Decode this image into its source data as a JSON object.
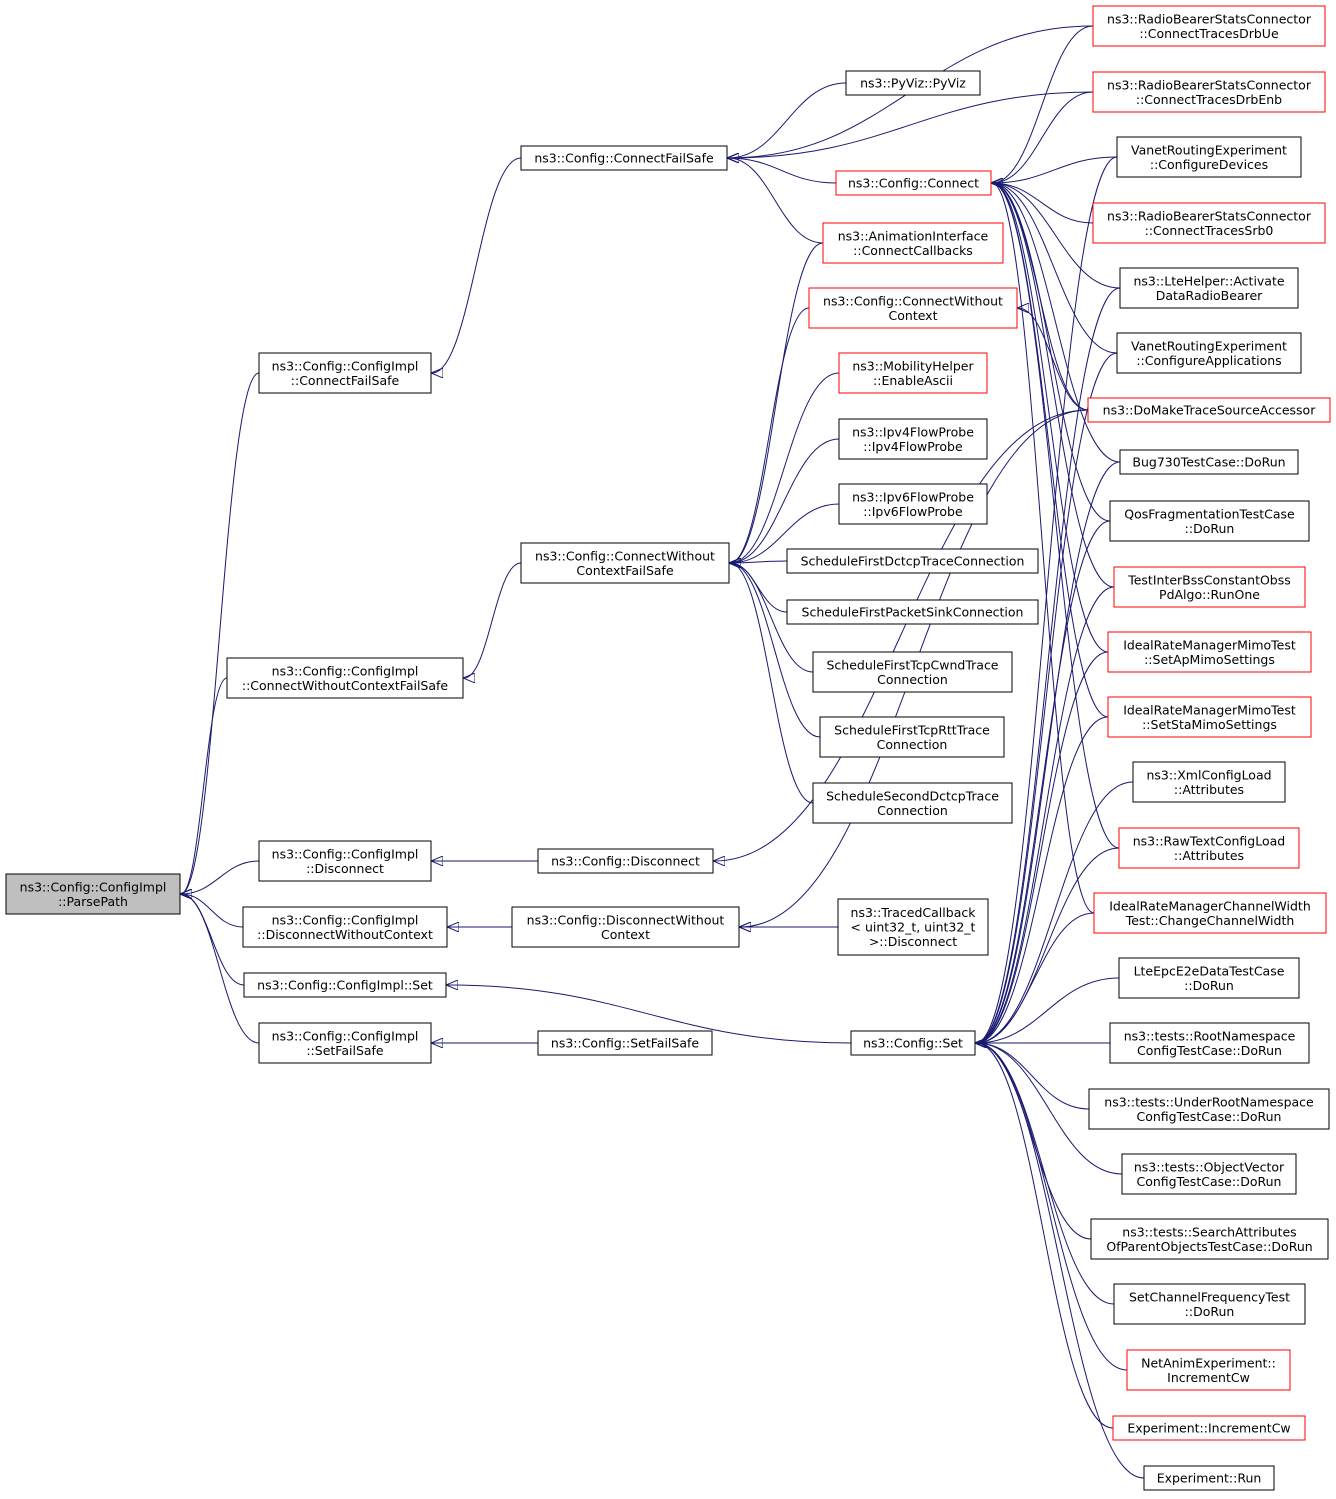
{
  "colors": {
    "edge": "#191970",
    "border_normal": "#000000",
    "border_truncated": "#ff0000",
    "focus_fill": "#bfbfbf",
    "node_fill": "#ffffff"
  },
  "nodes": [
    {
      "id": "parse",
      "lines": [
        "ns3::Config::ConfigImpl",
        "::ParsePath"
      ],
      "style": "focus"
    },
    {
      "id": "ciConnectFailSafe",
      "lines": [
        "ns3::Config::ConfigImpl",
        "::ConnectFailSafe"
      ],
      "style": "normal"
    },
    {
      "id": "ciConnectWOCFS",
      "lines": [
        "ns3::Config::ConfigImpl",
        "::ConnectWithoutContextFailSafe"
      ],
      "style": "normal"
    },
    {
      "id": "ciDisconnect",
      "lines": [
        "ns3::Config::ConfigImpl",
        "::Disconnect"
      ],
      "style": "normal"
    },
    {
      "id": "ciDisconnectWOC",
      "lines": [
        "ns3::Config::ConfigImpl",
        "::DisconnectWithoutContext"
      ],
      "style": "normal"
    },
    {
      "id": "ciSet",
      "lines": [
        "ns3::Config::ConfigImpl::Set"
      ],
      "style": "normal"
    },
    {
      "id": "ciSetFailSafe",
      "lines": [
        "ns3::Config::ConfigImpl",
        "::SetFailSafe"
      ],
      "style": "normal"
    },
    {
      "id": "cConnectFailSafe",
      "lines": [
        "ns3::Config::ConnectFailSafe"
      ],
      "style": "normal"
    },
    {
      "id": "cConnectWOCFS",
      "lines": [
        "ns3::Config::ConnectWithout",
        "ContextFailSafe"
      ],
      "style": "normal"
    },
    {
      "id": "cDisconnect",
      "lines": [
        "ns3::Config::Disconnect"
      ],
      "style": "normal"
    },
    {
      "id": "cDisconnectWOC",
      "lines": [
        "ns3::Config::DisconnectWithout",
        "Context"
      ],
      "style": "normal"
    },
    {
      "id": "cSet",
      "lines": [
        "ns3::Config::Set"
      ],
      "style": "normal"
    },
    {
      "id": "cSetFailSafe",
      "lines": [
        "ns3::Config::SetFailSafe"
      ],
      "style": "normal"
    },
    {
      "id": "pyviz",
      "lines": [
        "ns3::PyViz::PyViz"
      ],
      "style": "normal"
    },
    {
      "id": "cConnect",
      "lines": [
        "ns3::Config::Connect"
      ],
      "style": "truncated"
    },
    {
      "id": "animConnectCallbacks",
      "lines": [
        "ns3::AnimationInterface",
        "::ConnectCallbacks"
      ],
      "style": "truncated"
    },
    {
      "id": "cConnectWOC",
      "lines": [
        "ns3::Config::ConnectWithout",
        "Context"
      ],
      "style": "truncated"
    },
    {
      "id": "mobilityAscii",
      "lines": [
        "ns3::MobilityHelper",
        "::EnableAscii"
      ],
      "style": "truncated"
    },
    {
      "id": "ipv4Probe",
      "lines": [
        "ns3::Ipv4FlowProbe",
        "::Ipv4FlowProbe"
      ],
      "style": "normal"
    },
    {
      "id": "ipv6Probe",
      "lines": [
        "ns3::Ipv6FlowProbe",
        "::Ipv6FlowProbe"
      ],
      "style": "normal"
    },
    {
      "id": "schedDctcp",
      "lines": [
        "ScheduleFirstDctcpTraceConnection"
      ],
      "style": "normal"
    },
    {
      "id": "schedPktSink",
      "lines": [
        "ScheduleFirstPacketSinkConnection"
      ],
      "style": "normal"
    },
    {
      "id": "schedCwnd",
      "lines": [
        "ScheduleFirstTcpCwndTrace",
        "Connection"
      ],
      "style": "normal"
    },
    {
      "id": "schedRtt",
      "lines": [
        "ScheduleFirstTcpRttTrace",
        "Connection"
      ],
      "style": "normal"
    },
    {
      "id": "schedSecDctcp",
      "lines": [
        "ScheduleSecondDctcpTrace",
        "Connection"
      ],
      "style": "normal"
    },
    {
      "id": "tracedDisconnect",
      "lines": [
        "ns3::TracedCallback",
        "< uint32_t, uint32_t",
        ">::Disconnect"
      ],
      "style": "normal"
    },
    {
      "id": "rbDrbUe",
      "lines": [
        "ns3::RadioBearerStatsConnector",
        "::ConnectTracesDrbUe"
      ],
      "style": "truncated"
    },
    {
      "id": "rbDrbEnb",
      "lines": [
        "ns3::RadioBearerStatsConnector",
        "::ConnectTracesDrbEnb"
      ],
      "style": "truncated"
    },
    {
      "id": "vanetDevices",
      "lines": [
        "VanetRoutingExperiment",
        "::ConfigureDevices"
      ],
      "style": "normal"
    },
    {
      "id": "rbSrb0",
      "lines": [
        "ns3::RadioBearerStatsConnector",
        "::ConnectTracesSrb0"
      ],
      "style": "truncated"
    },
    {
      "id": "lteActivate",
      "lines": [
        "ns3::LteHelper::Activate",
        "DataRadioBearer"
      ],
      "style": "normal"
    },
    {
      "id": "vanetApps",
      "lines": [
        "VanetRoutingExperiment",
        "::ConfigureApplications"
      ],
      "style": "normal"
    },
    {
      "id": "doMakeTrace",
      "lines": [
        "ns3::DoMakeTraceSourceAccessor"
      ],
      "style": "truncated"
    },
    {
      "id": "bug730",
      "lines": [
        "Bug730TestCase::DoRun"
      ],
      "style": "normal"
    },
    {
      "id": "qosFrag",
      "lines": [
        "QosFragmentationTestCase",
        "::DoRun"
      ],
      "style": "normal"
    },
    {
      "id": "interBss",
      "lines": [
        "TestInterBssConstantObss",
        "PdAlgo::RunOne"
      ],
      "style": "truncated"
    },
    {
      "id": "idealAp",
      "lines": [
        "IdealRateManagerMimoTest",
        "::SetApMimoSettings"
      ],
      "style": "truncated"
    },
    {
      "id": "idealSta",
      "lines": [
        "IdealRateManagerMimoTest",
        "::SetStaMimoSettings"
      ],
      "style": "truncated"
    },
    {
      "id": "xmlAttr",
      "lines": [
        "ns3::XmlConfigLoad",
        "::Attributes"
      ],
      "style": "normal"
    },
    {
      "id": "rawAttr",
      "lines": [
        "ns3::RawTextConfigLoad",
        "::Attributes"
      ],
      "style": "truncated"
    },
    {
      "id": "idealChannel",
      "lines": [
        "IdealRateManagerChannelWidth",
        "Test::ChangeChannelWidth"
      ],
      "style": "truncated"
    },
    {
      "id": "lteEpc",
      "lines": [
        "LteEpcE2eDataTestCase",
        "::DoRun"
      ],
      "style": "normal"
    },
    {
      "id": "rootNs",
      "lines": [
        "ns3::tests::RootNamespace",
        "ConfigTestCase::DoRun"
      ],
      "style": "normal"
    },
    {
      "id": "underRootNs",
      "lines": [
        "ns3::tests::UnderRootNamespace",
        "ConfigTestCase::DoRun"
      ],
      "style": "normal"
    },
    {
      "id": "objVector",
      "lines": [
        "ns3::tests::ObjectVector",
        "ConfigTestCase::DoRun"
      ],
      "style": "normal"
    },
    {
      "id": "searchAttr",
      "lines": [
        "ns3::tests::SearchAttributes",
        "OfParentObjectsTestCase::DoRun"
      ],
      "style": "normal"
    },
    {
      "id": "setChanFreq",
      "lines": [
        "SetChannelFrequencyTest",
        "::DoRun"
      ],
      "style": "normal"
    },
    {
      "id": "netAnimCw",
      "lines": [
        "NetAnimExperiment::",
        "IncrementCw"
      ],
      "style": "truncated"
    },
    {
      "id": "expCw",
      "lines": [
        "Experiment::IncrementCw"
      ],
      "style": "truncated"
    },
    {
      "id": "expRun",
      "lines": [
        "Experiment::Run"
      ],
      "style": "normal"
    }
  ],
  "edges": [
    {
      "from": "ciConnectFailSafe",
      "to": "parse"
    },
    {
      "from": "ciConnectWOCFS",
      "to": "parse"
    },
    {
      "from": "ciDisconnect",
      "to": "parse"
    },
    {
      "from": "ciDisconnectWOC",
      "to": "parse"
    },
    {
      "from": "ciSet",
      "to": "parse"
    },
    {
      "from": "ciSetFailSafe",
      "to": "parse"
    },
    {
      "from": "cConnectFailSafe",
      "to": "ciConnectFailSafe"
    },
    {
      "from": "cConnectWOCFS",
      "to": "ciConnectWOCFS"
    },
    {
      "from": "cDisconnect",
      "to": "ciDisconnect"
    },
    {
      "from": "cDisconnectWOC",
      "to": "ciDisconnectWOC"
    },
    {
      "from": "cSet",
      "to": "ciSet"
    },
    {
      "from": "cSetFailSafe",
      "to": "ciSetFailSafe"
    },
    {
      "from": "rbDrbUe",
      "to": "cConnectFailSafe"
    },
    {
      "from": "pyviz",
      "to": "cConnectFailSafe"
    },
    {
      "from": "rbDrbEnb",
      "to": "cConnectFailSafe"
    },
    {
      "from": "cConnect",
      "to": "cConnectFailSafe"
    },
    {
      "from": "animConnectCallbacks",
      "to": "cConnectFailSafe"
    },
    {
      "from": "rbDrbUe",
      "to": "cConnect"
    },
    {
      "from": "rbDrbEnb",
      "to": "cConnect"
    },
    {
      "from": "vanetDevices",
      "to": "cConnect"
    },
    {
      "from": "rbSrb0",
      "to": "cConnect"
    },
    {
      "from": "lteActivate",
      "to": "cConnect"
    },
    {
      "from": "vanetApps",
      "to": "cConnect"
    },
    {
      "from": "doMakeTrace",
      "to": "cConnect"
    },
    {
      "from": "bug730",
      "to": "cConnect"
    },
    {
      "from": "qosFrag",
      "to": "cConnect"
    },
    {
      "from": "interBss",
      "to": "cConnect"
    },
    {
      "from": "idealAp",
      "to": "cConnect"
    },
    {
      "from": "idealSta",
      "to": "cConnect"
    },
    {
      "from": "rawAttr",
      "to": "cConnect"
    },
    {
      "from": "idealChannel",
      "to": "cConnect"
    },
    {
      "from": "animConnectCallbacks",
      "to": "cConnectWOCFS"
    },
    {
      "from": "cConnectWOC",
      "to": "cConnectWOCFS"
    },
    {
      "from": "mobilityAscii",
      "to": "cConnectWOCFS"
    },
    {
      "from": "ipv4Probe",
      "to": "cConnectWOCFS"
    },
    {
      "from": "ipv6Probe",
      "to": "cConnectWOCFS"
    },
    {
      "from": "schedDctcp",
      "to": "cConnectWOCFS"
    },
    {
      "from": "schedPktSink",
      "to": "cConnectWOCFS"
    },
    {
      "from": "schedCwnd",
      "to": "cConnectWOCFS"
    },
    {
      "from": "schedRtt",
      "to": "cConnectWOCFS"
    },
    {
      "from": "schedSecDctcp",
      "to": "cConnectWOCFS"
    },
    {
      "from": "doMakeTrace",
      "to": "cConnectWOC"
    },
    {
      "from": "doMakeTrace",
      "to": "cDisconnect"
    },
    {
      "from": "tracedDisconnect",
      "to": "cDisconnectWOC"
    },
    {
      "from": "doMakeTrace",
      "to": "cDisconnectWOC"
    },
    {
      "from": "bug730",
      "to": "cSet"
    },
    {
      "from": "qosFrag",
      "to": "cSet"
    },
    {
      "from": "interBss",
      "to": "cSet"
    },
    {
      "from": "idealAp",
      "to": "cSet"
    },
    {
      "from": "idealSta",
      "to": "cSet"
    },
    {
      "from": "xmlAttr",
      "to": "cSet"
    },
    {
      "from": "rawAttr",
      "to": "cSet"
    },
    {
      "from": "idealChannel",
      "to": "cSet"
    },
    {
      "from": "lteEpc",
      "to": "cSet"
    },
    {
      "from": "rootNs",
      "to": "cSet"
    },
    {
      "from": "underRootNs",
      "to": "cSet"
    },
    {
      "from": "objVector",
      "to": "cSet"
    },
    {
      "from": "searchAttr",
      "to": "cSet"
    },
    {
      "from": "setChanFreq",
      "to": "cSet"
    },
    {
      "from": "netAnimCw",
      "to": "cSet"
    },
    {
      "from": "expCw",
      "to": "cSet"
    },
    {
      "from": "expRun",
      "to": "cSet"
    },
    {
      "from": "vanetDevices",
      "to": "cSet"
    },
    {
      "from": "lteActivate",
      "to": "cSet"
    },
    {
      "from": "vanetApps",
      "to": "cSet"
    }
  ]
}
